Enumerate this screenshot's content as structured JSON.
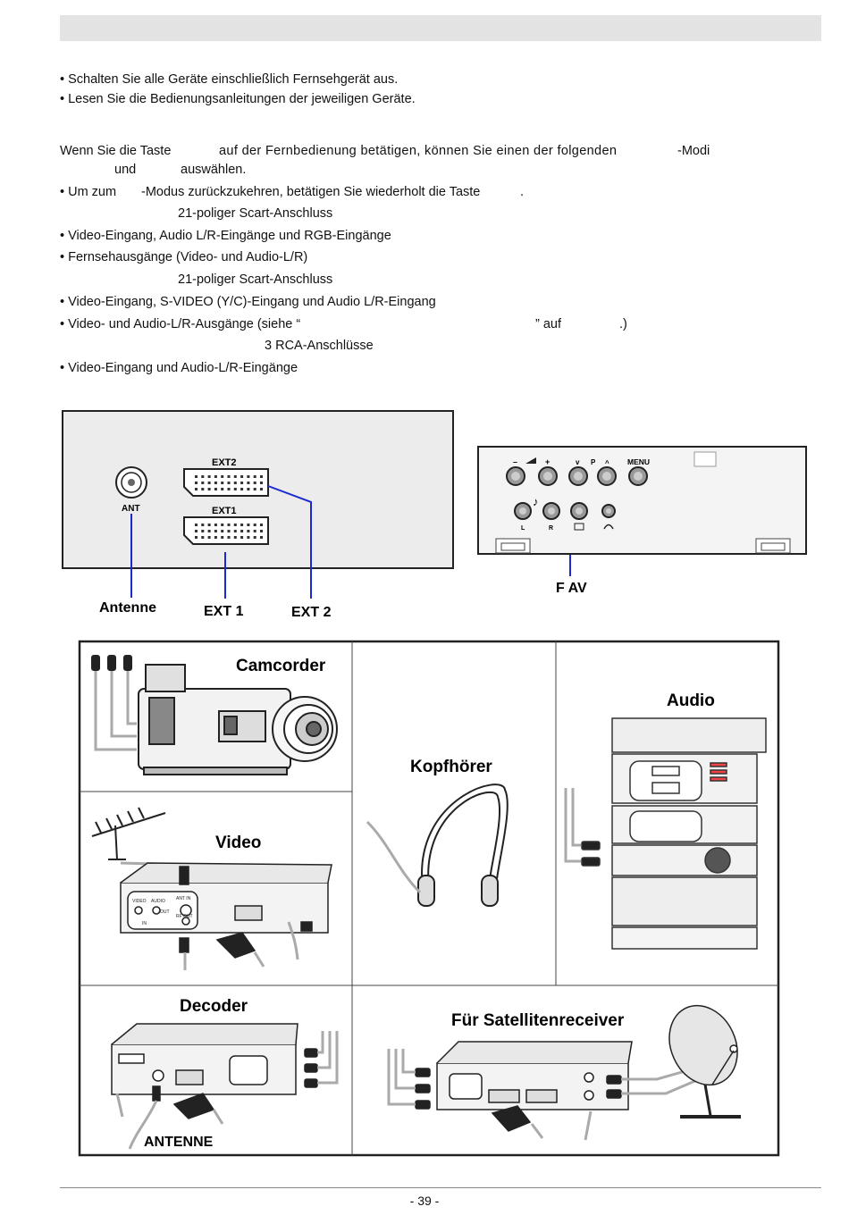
{
  "bullets_top": [
    "• Schalten Sie alle Geräte einschließlich Fernsehgerät aus.",
    "• Lesen Sie die Bedienungsanleitungen der jeweiligen Geräte."
  ],
  "intro": {
    "line1_a": "Wenn Sie die Taste",
    "line1_b": "auf der Fernbedienung betätigen, können Sie einen der folgenden",
    "line1_c": "-Modi",
    "line2_a": "und",
    "line2_b": "auswählen."
  },
  "tv_mode": {
    "a": "• Um zum",
    "b": "-Modus zurückzukehren, betätigen Sie wiederholt die Taste",
    "c": "."
  },
  "ext1": {
    "heading": "21-poliger Scart-Anschluss",
    "items": [
      "• Video-Eingang, Audio L/R-Eingänge und RGB-Eingänge",
      "• Fernsehausgänge (Video- und Audio-L/R)"
    ]
  },
  "ext2": {
    "heading": "21-poliger Scart-Anschluss",
    "item1": "• Video-Eingang, S-VIDEO (Y/C)-Eingang und Audio L/R-Eingang",
    "item2_a": "• Video- und Audio-L/R-Ausgänge (siehe “",
    "item2_b": "” auf",
    "item2_c": ".)"
  },
  "fav": {
    "heading": "3 RCA-Anschlüsse",
    "item": "• Video-Eingang und Audio-L/R-Eingänge"
  },
  "rear_panel": {
    "connector_ext2": "EXT2",
    "connector_ext1": "EXT1",
    "connector_ant": "ANT",
    "label_antenne": "Antenne",
    "label_ext1": "EXT 1",
    "label_ext2": "EXT 2"
  },
  "front_panel": {
    "btn_minus": "–",
    "btn_plus": "+",
    "btn_down": "v",
    "btn_p": "P",
    "btn_up": "^",
    "btn_menu": "MENU",
    "jack_l": "L",
    "jack_r": "R",
    "label_fav": "F AV"
  },
  "devices": {
    "camcorder": "Camcorder",
    "audio": "Audio",
    "kopfhoerer": "Kopfhörer",
    "video": "Video",
    "decoder": "Decoder",
    "satellite": "Für Satellitenreceiver",
    "antenne": "ANTENNE",
    "vcr_video": "VIDEO",
    "vcr_audio": "AUDIO",
    "vcr_ant_in": "ANT IN",
    "vcr_rf_out": "RF OUT",
    "vcr_in": "IN",
    "vcr_out": "OUT"
  },
  "footer": {
    "page": "- 39 -"
  }
}
